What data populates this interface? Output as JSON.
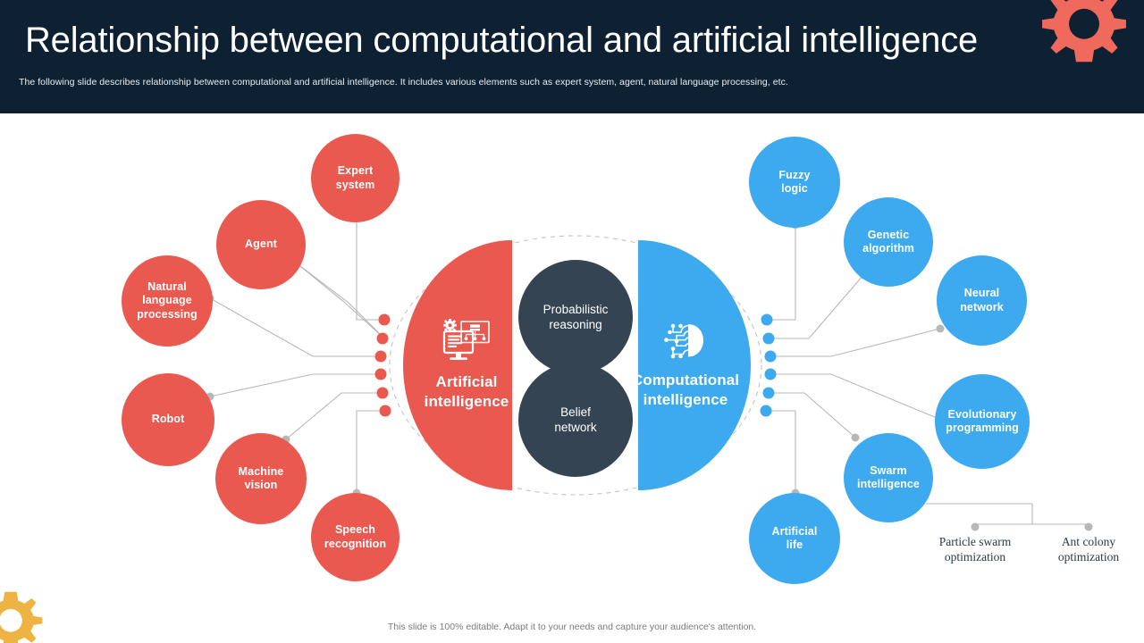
{
  "header": {
    "title": "Relationship between computational and artificial intelligence",
    "subtitle": "The following slide describes relationship between computational and artificial intelligence. It includes various elements such as expert system, agent, natural language processing, etc.",
    "background_color": "#0e2133",
    "gear_icon": "gear-icon",
    "gear_color": "#ef6a5d"
  },
  "corner": {
    "gear_icon": "gear-icon",
    "gear_color": "#eeb443"
  },
  "diagram": {
    "accent_red": "#e9594f",
    "accent_blue": "#3daaf0",
    "accent_dark": "#344452",
    "connector_color": "#b7b7b7",
    "center": {
      "left": {
        "label": "Artificial\nintelligence",
        "label_line1": "Artificial",
        "label_line2": "intelligence",
        "icon": "computer-ai-icon",
        "color": "#e9594f"
      },
      "right": {
        "label": "Computational\nintelligence",
        "label_line1": "Computational",
        "label_line2": "intelligence",
        "icon": "brain-circuit-icon",
        "color": "#3daaf0"
      }
    },
    "middle_nodes": [
      {
        "label_line1": "Probabilistic",
        "label_line2": "reasoning",
        "color": "#344452"
      },
      {
        "label_line1": "Belief",
        "label_line2": "network",
        "color": "#344452"
      }
    ],
    "left_nodes": [
      {
        "label_line1": "Expert",
        "label_line2": "system",
        "color": "#e9594f"
      },
      {
        "label_line1": "Agent",
        "label_line2": "",
        "color": "#e9594f"
      },
      {
        "label_line1": "Natural",
        "label_line2": "language",
        "label_line3": "processing",
        "color": "#e9594f"
      },
      {
        "label_line1": "Robot",
        "label_line2": "",
        "color": "#e9594f"
      },
      {
        "label_line1": "Machine",
        "label_line2": "vision",
        "color": "#e9594f"
      },
      {
        "label_line1": "Speech",
        "label_line2": "recognition",
        "color": "#e9594f"
      }
    ],
    "right_nodes": [
      {
        "label_line1": "Fuzzy",
        "label_line2": "logic",
        "color": "#3daaf0"
      },
      {
        "label_line1": "Genetic",
        "label_line2": "algorithm",
        "color": "#3daaf0"
      },
      {
        "label_line1": "Neural",
        "label_line2": "network",
        "color": "#3daaf0"
      },
      {
        "label_line1": "Evolutionary",
        "label_line2": "programming",
        "color": "#3daaf0"
      },
      {
        "label_line1": "Swarm",
        "label_line2": "intelligence",
        "color": "#3daaf0"
      },
      {
        "label_line1": "Artificial",
        "label_line2": "life",
        "color": "#3daaf0"
      }
    ],
    "sub_leaf_nodes": [
      {
        "label_line1": "Particle swarm",
        "label_line2": "optimization"
      },
      {
        "label_line1": "Ant colony",
        "label_line2": "optimization"
      }
    ]
  },
  "footer": {
    "note": "This slide is 100% editable. Adapt it to your needs and capture your audience's attention."
  }
}
